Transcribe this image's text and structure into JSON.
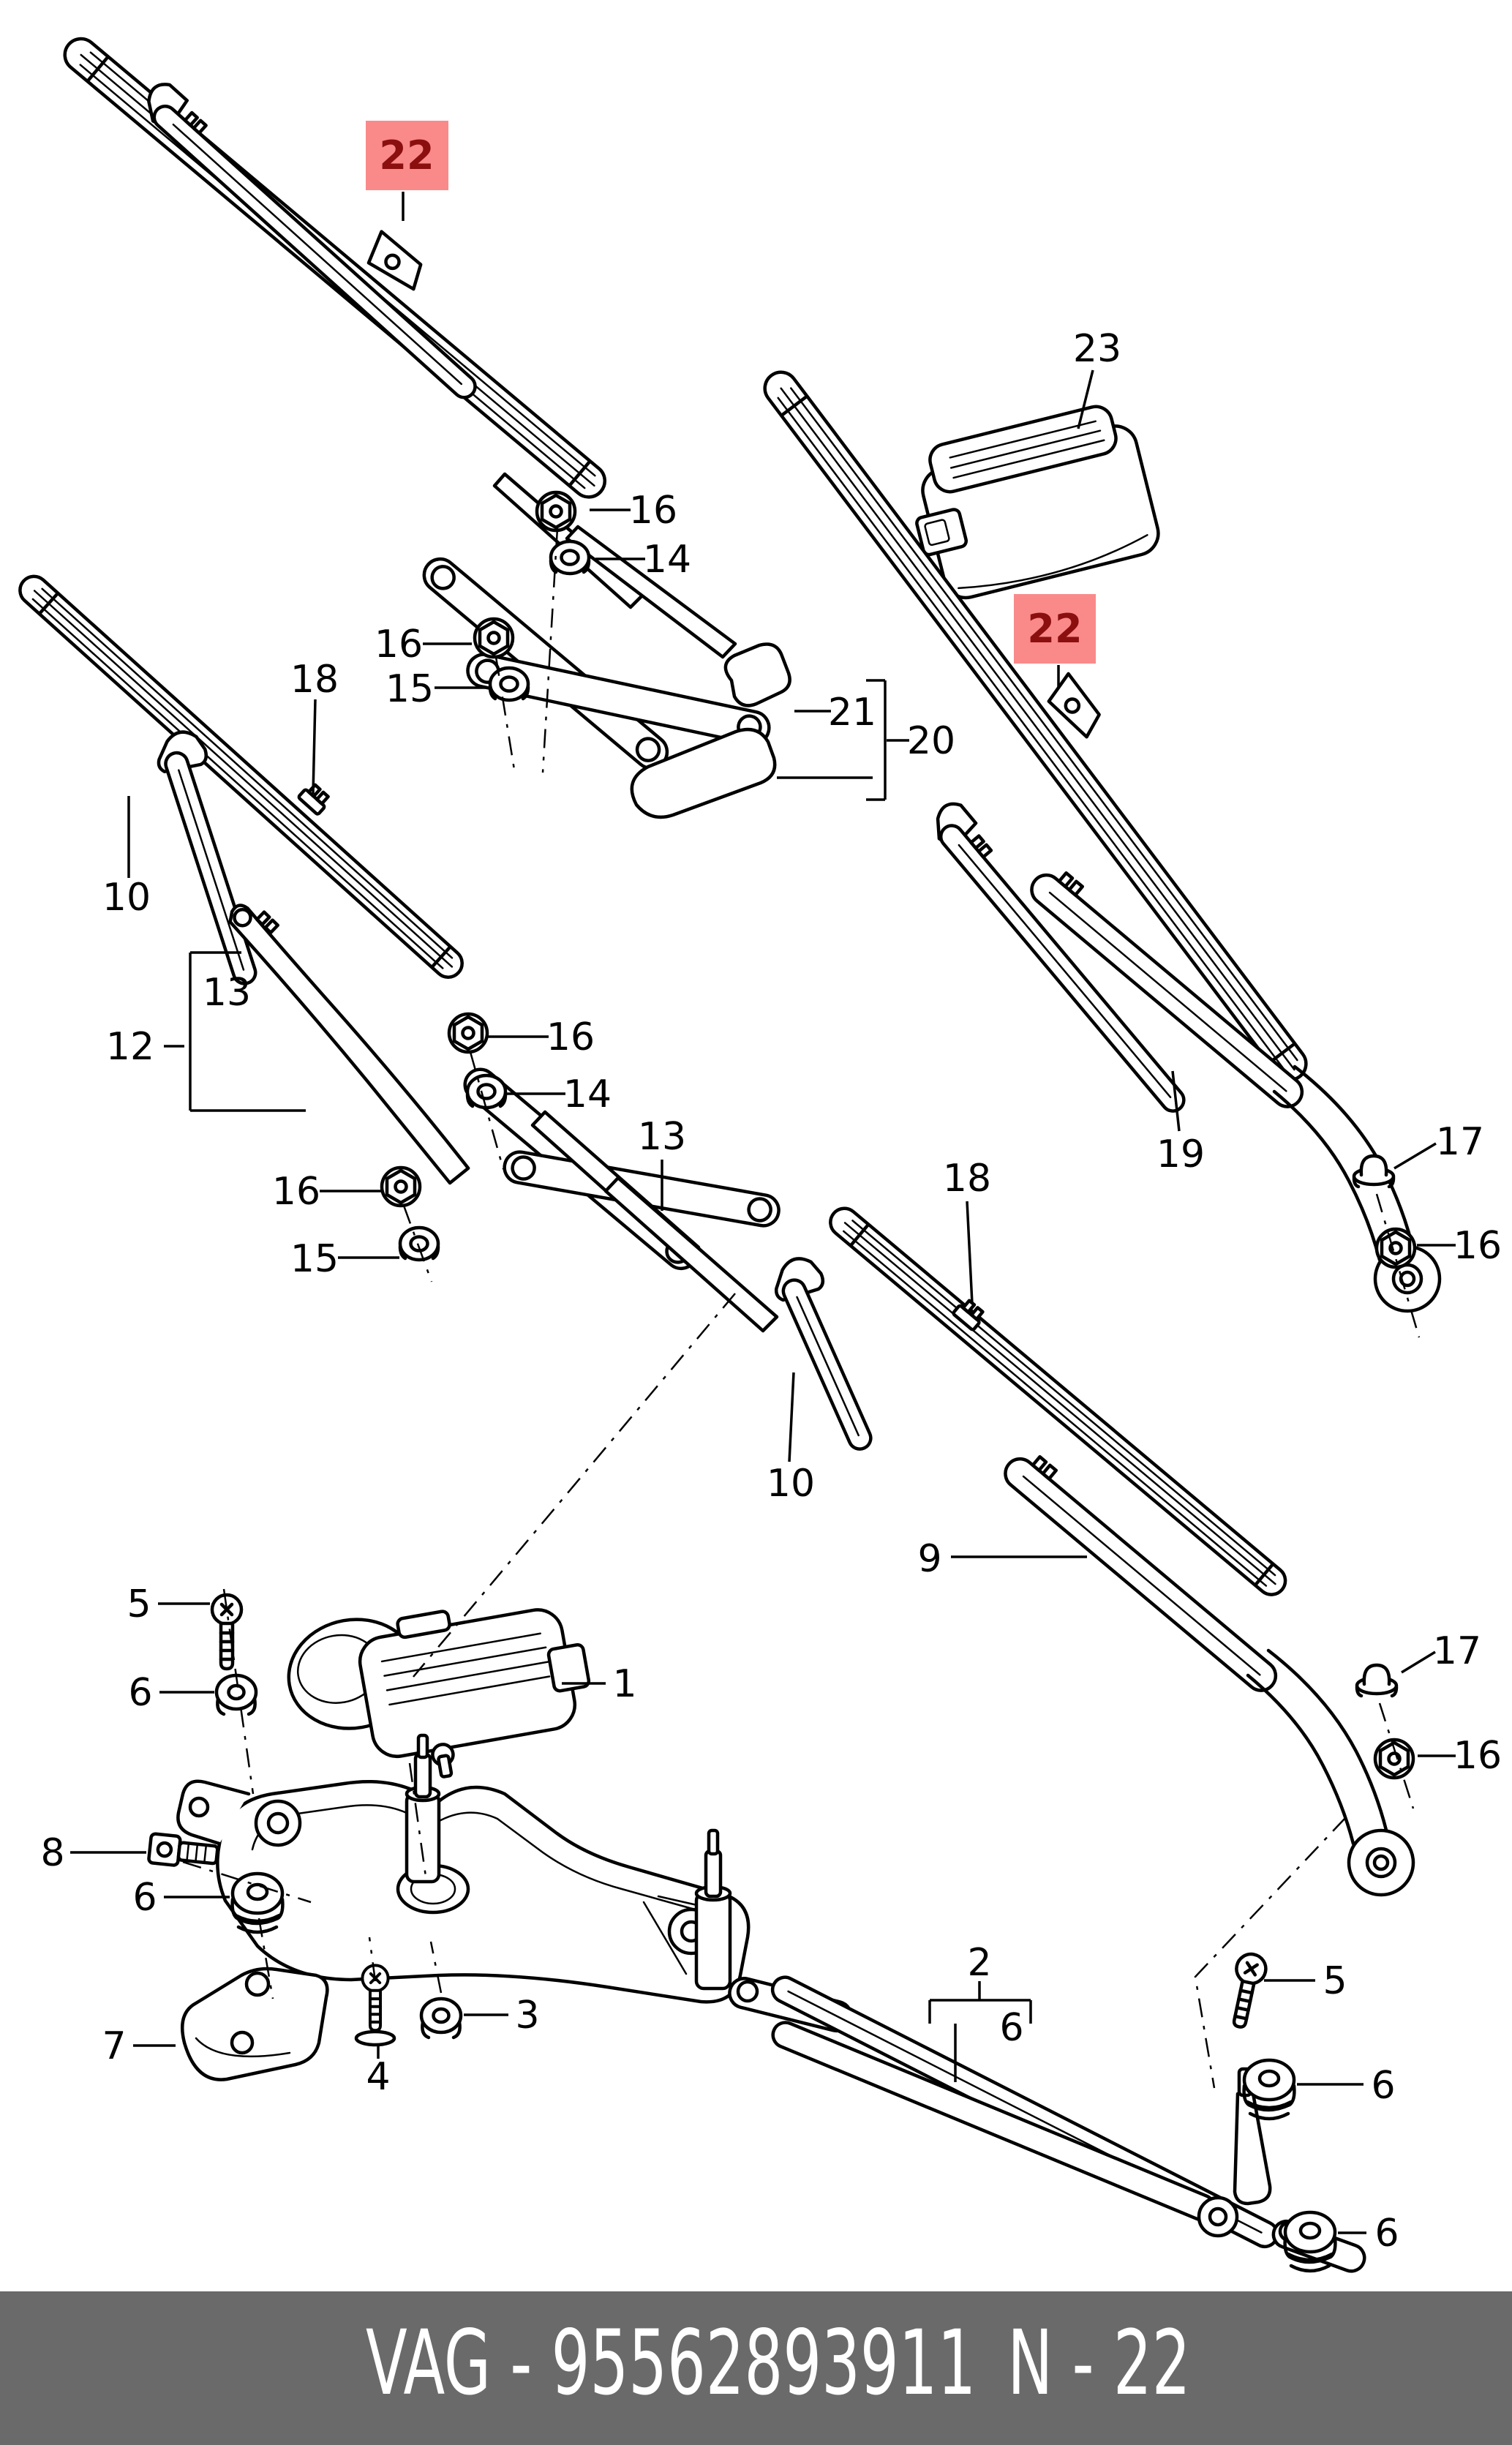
{
  "colors": {
    "ink": "#000000",
    "background": "#ffffff",
    "highlight_bg": "#fa8a8a",
    "highlight_text": "#8b0f0f",
    "footer_bg": "#6a6a6a",
    "footer_text": "#ffffff"
  },
  "footer": {
    "code": "VAG - 95562893911",
    "page": "N - 22"
  },
  "diagram": {
    "type": "exploded-parts-diagram",
    "highlighted_part": "22"
  },
  "callouts": [
    {
      "text": "22",
      "highlighted": true
    },
    {
      "text": "23",
      "highlighted": false
    },
    {
      "text": "16",
      "highlighted": false
    },
    {
      "text": "14",
      "highlighted": false
    },
    {
      "text": "16",
      "highlighted": false
    },
    {
      "text": "15",
      "highlighted": false
    },
    {
      "text": "18",
      "highlighted": false
    },
    {
      "text": "21",
      "highlighted": false
    },
    {
      "text": "20",
      "highlighted": false
    },
    {
      "text": "22",
      "highlighted": true
    },
    {
      "text": "10",
      "highlighted": false
    },
    {
      "text": "12",
      "highlighted": false
    },
    {
      "text": "13",
      "highlighted": false
    },
    {
      "text": "16",
      "highlighted": false
    },
    {
      "text": "14",
      "highlighted": false
    },
    {
      "text": "13",
      "highlighted": false
    },
    {
      "text": "16",
      "highlighted": false
    },
    {
      "text": "15",
      "highlighted": false
    },
    {
      "text": "19",
      "highlighted": false
    },
    {
      "text": "17",
      "highlighted": false
    },
    {
      "text": "16",
      "highlighted": false
    },
    {
      "text": "18",
      "highlighted": false
    },
    {
      "text": "10",
      "highlighted": false
    },
    {
      "text": "9",
      "highlighted": false
    },
    {
      "text": "17",
      "highlighted": false
    },
    {
      "text": "16",
      "highlighted": false
    },
    {
      "text": "1",
      "highlighted": false
    },
    {
      "text": "5",
      "highlighted": false
    },
    {
      "text": "6",
      "highlighted": false
    },
    {
      "text": "8",
      "highlighted": false
    },
    {
      "text": "6",
      "highlighted": false
    },
    {
      "text": "7",
      "highlighted": false
    },
    {
      "text": "4",
      "highlighted": false
    },
    {
      "text": "3",
      "highlighted": false
    },
    {
      "text": "2",
      "highlighted": false
    },
    {
      "text": "6",
      "highlighted": false
    },
    {
      "text": "5",
      "highlighted": false
    },
    {
      "text": "6",
      "highlighted": false
    },
    {
      "text": "6",
      "highlighted": false
    }
  ]
}
